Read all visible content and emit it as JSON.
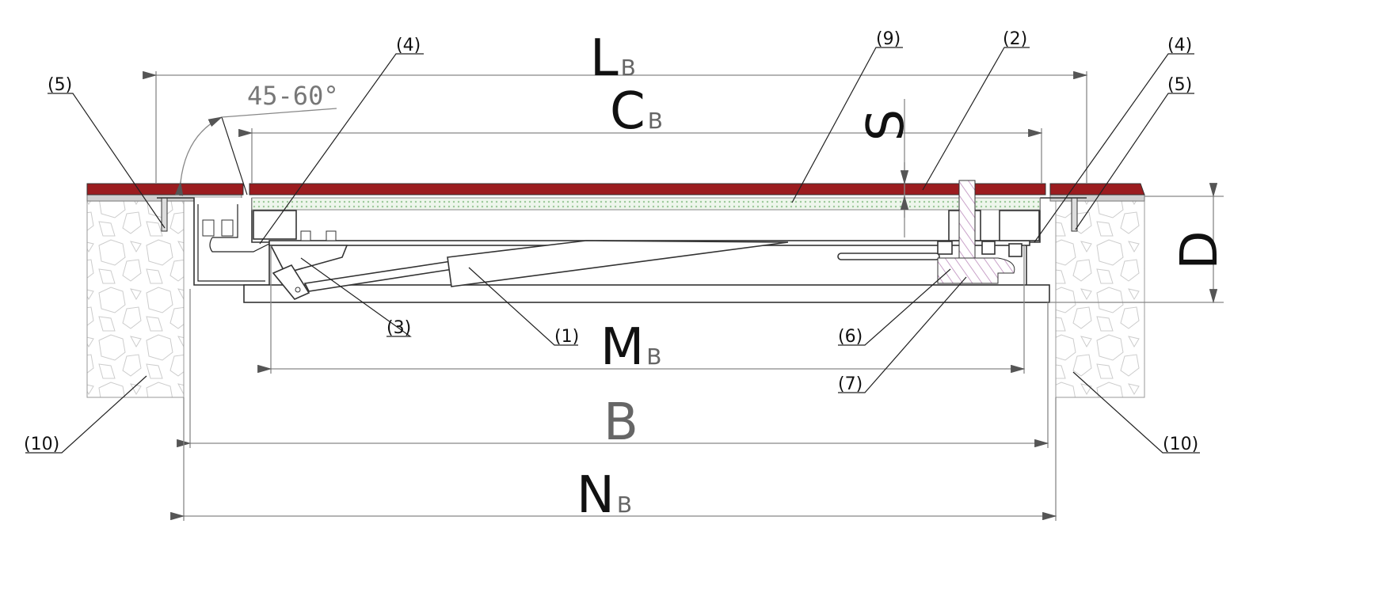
{
  "diagram": {
    "angle_label": "45-60°",
    "dimensions": {
      "LB": {
        "main": "L",
        "sub": "B"
      },
      "CB": {
        "main": "C",
        "sub": "B"
      },
      "MB": {
        "main": "M",
        "sub": "B"
      },
      "B": {
        "main": "B"
      },
      "NB": {
        "main": "N",
        "sub": "B"
      },
      "S": {
        "main": "S"
      },
      "D": {
        "main": "D"
      }
    },
    "callouts": {
      "c1": "(1)",
      "c2": "(2)",
      "c3": "(3)",
      "c4_left": "(4)",
      "c4_right": "(4)",
      "c5_left": "(5)",
      "c5_right": "(5)",
      "c6": "(6)",
      "c7": "(7)",
      "c9": "(9)",
      "c10_left": "(10)",
      "c10_right": "(10)"
    },
    "colors": {
      "plate": "#9b1c1f",
      "insulation": "#dfeedd",
      "hatch": "#c9a2c9"
    }
  }
}
